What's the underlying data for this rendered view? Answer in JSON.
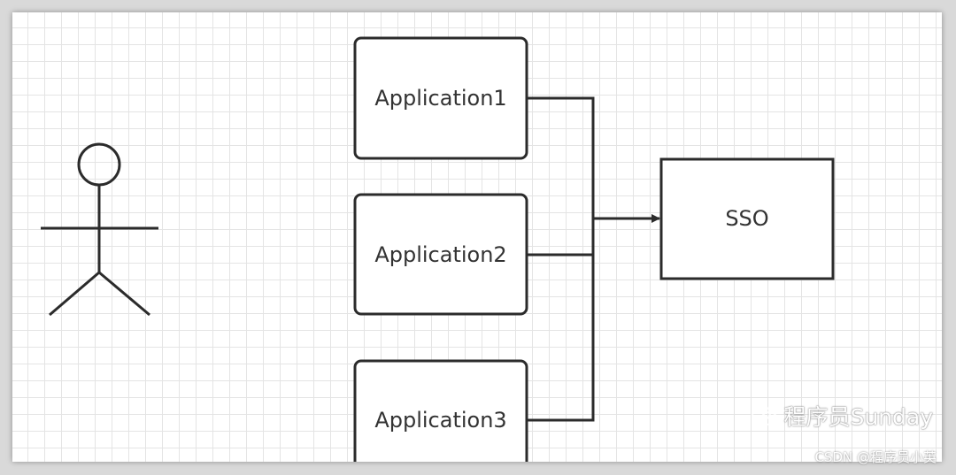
{
  "diagram": {
    "nodes": {
      "app1": "Application1",
      "app2": "Application2",
      "app3": "Application3",
      "sso": "SSO"
    },
    "actor_icon": "user-stick-figure-icon"
  },
  "watermark": {
    "main": "程序员Sunday",
    "sub": "CSDN @程序员小英",
    "icon": "wechat-icon"
  },
  "colors": {
    "stroke": "#2b2b2b",
    "grid": "#e4e4e4",
    "background": "#ffffff"
  }
}
